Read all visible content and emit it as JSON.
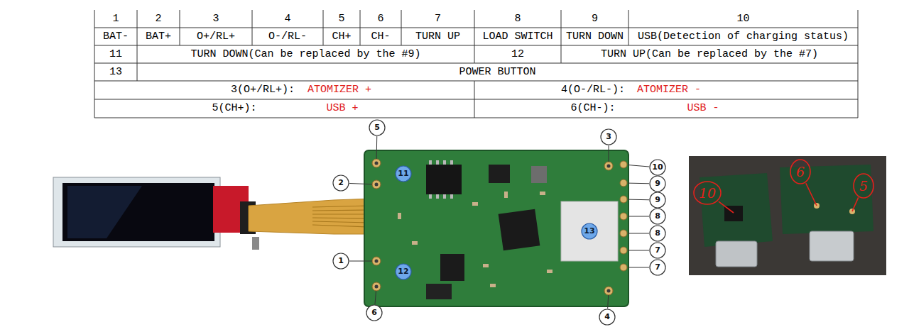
{
  "diagram": {
    "labels": [
      "1",
      "2",
      "3",
      "4",
      "5",
      "6",
      "7",
      "8",
      "9",
      "10",
      "BAT-",
      "BAT+",
      "O+/RL+",
      "O-/RL-",
      "CH+",
      "CH-",
      "TURN UP",
      "LOAD SWITCH",
      "TURN DOWN",
      "USB(Detection of charging status)",
      "11",
      "TURN DOWN(Can be replaced by the #9)",
      "12",
      "TURN UP(Can be replaced by the #7)",
      "13",
      "POWER BUTTON",
      "3(O+/RL+):",
      "ATOMIZER +",
      "4(O-/RL-):",
      "ATOMIZER -",
      "5(CH+):",
      "USB +",
      "6(CH-):",
      "USB -",
      "5",
      "3",
      "10",
      "11",
      "2",
      "9",
      "9",
      "8",
      "13",
      "8",
      "1",
      "7",
      "12",
      "7",
      "6",
      "4",
      "6",
      "5",
      "10"
    ]
  }
}
